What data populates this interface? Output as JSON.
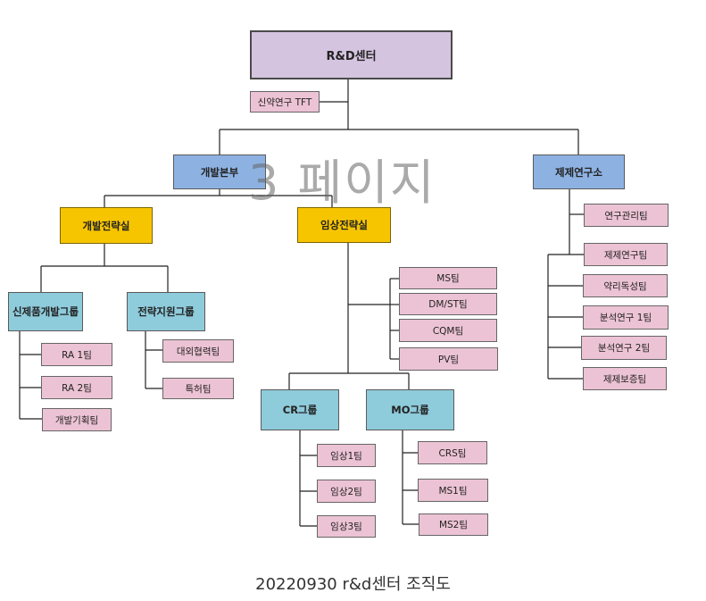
{
  "nodes": {
    "rnd_center": "R&D센터",
    "new_drug_tft": "신약연구 TFT",
    "dev_hq": "개발본부",
    "formulation_lab": "제제연구소",
    "dev_strategy": "개발전략실",
    "clinical_strategy": "임상전략실",
    "new_product_group": "신제품개발그룹",
    "strategy_support_group": "전략지원그룹",
    "ra1": "RA 1팀",
    "ra2": "RA 2팀",
    "dev_planning": "개발기획팀",
    "external_coop": "대외협력팀",
    "patent": "특허팀",
    "ms": "MS팀",
    "dm_st": "DM/ST팀",
    "cqm": "CQM팀",
    "pv": "PV팀",
    "cr_group": "CR그룹",
    "mo_group": "MO그룹",
    "clinical1": "임상1팀",
    "clinical2": "임상2팀",
    "clinical3": "임상3팀",
    "crs": "CRS팀",
    "ms1": "MS1팀",
    "ms2": "MS2팀",
    "research_mgmt": "연구관리팀",
    "formulation_research": "제제연구팀",
    "pharmacology_tox": "약리독성팀",
    "analysis1": "분석연구 1팀",
    "analysis2": "분석연구 2팀",
    "formulation_quality": "제제보증팀"
  },
  "watermark": "3 페이지",
  "caption": "20220930 r&d센터 조직도",
  "colors": {
    "root": "#d5c4df",
    "division": "#8db2e2",
    "office": "#f7c500",
    "group": "#8ecbdb",
    "team": "#ecc3d4",
    "line": "#222222"
  }
}
